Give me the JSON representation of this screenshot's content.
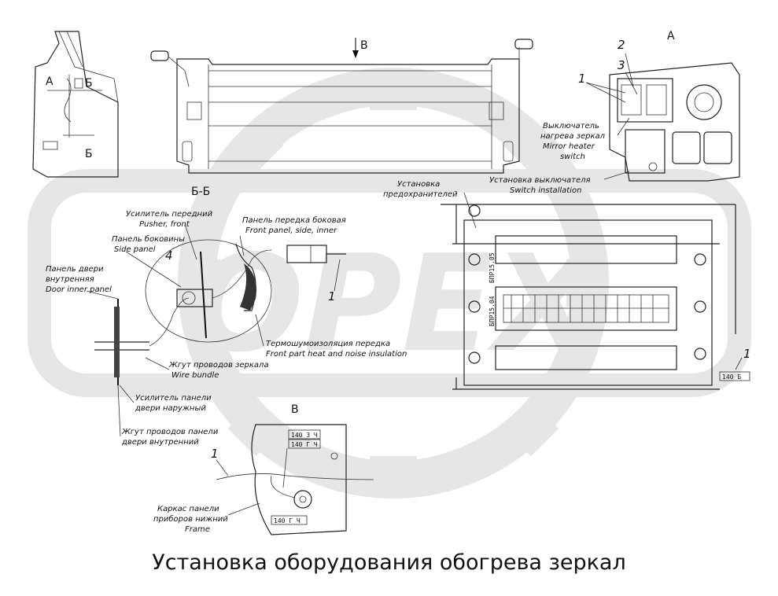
{
  "title": "Установка оборудования обогрева зеркал",
  "view_labels": {
    "a_main": "А",
    "a_view": "А",
    "b_main1": "Б",
    "b_main2": "Б",
    "v_arrow": "В",
    "section_bb": "Б-Б",
    "v_view": "В"
  },
  "callouts": {
    "c1_a": "1",
    "c2_a": "2",
    "c3_a": "3",
    "c4_bb": "4",
    "c1_bb": "1",
    "c1_fuse": "1",
    "c1_v": "1"
  },
  "labels": {
    "mirror_switch": [
      "Выключатель",
      "нагрева зеркал",
      "Mirror heater",
      "switch"
    ],
    "switch_install": [
      "Установка выключателя",
      "Switch installation"
    ],
    "fuse_install": [
      "Установка",
      "предохранителей"
    ],
    "pusher_front": [
      "Усилитель передний",
      "Pusher, front"
    ],
    "side_panel": [
      "Панель боковины",
      "Side panel"
    ],
    "door_inner": [
      "Панель двери",
      "внутренняя",
      "Door inner panel"
    ],
    "front_panel_side": [
      "Панель передка боковая",
      "Front panel, side, inner"
    ],
    "insulation": [
      "Термошумоизоляция передка",
      "Front part heat and noise insulation"
    ],
    "wire_bundle": [
      "Жгут проводов зеркала",
      "Wire bundle"
    ],
    "door_outer_reinf": [
      "Усилитель панели",
      "двери наружный"
    ],
    "door_harness": [
      "Жгут проводов панели",
      "двери внутренний"
    ],
    "panel_frame": [
      "Каркас панели",
      "приборов нижний",
      "Frame"
    ]
  },
  "tags": {
    "v_tag1": "140 3 Ч",
    "v_tag2": "140 Г Ч",
    "v_tag3": "140 Г Ч",
    "fuse_tag": "140 Б"
  },
  "fuse_block_marks": [
    "БПР15.05",
    "БПР15.04"
  ]
}
